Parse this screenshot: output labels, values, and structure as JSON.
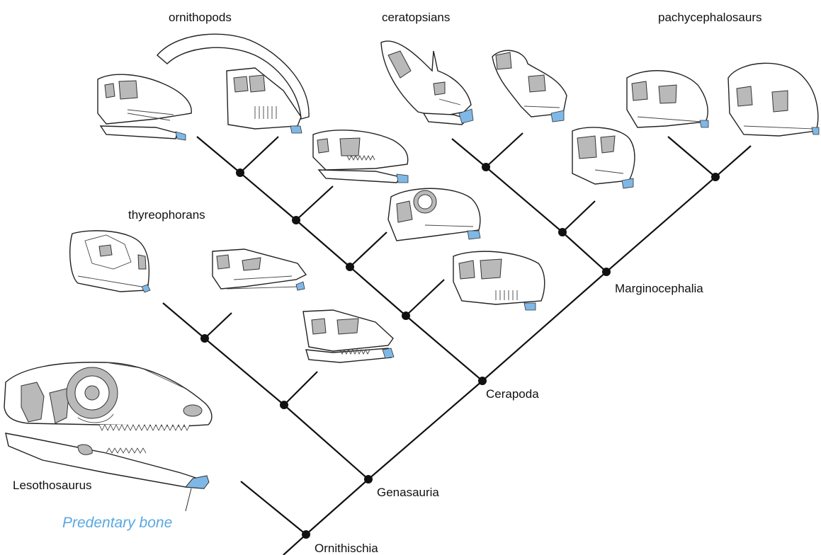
{
  "groups": {
    "ornithopods": "ornithopods",
    "ceratopsians": "ceratopsians",
    "pachycephalosaurs": "pachycephalosaurs",
    "thyreophorans": "thyreophorans"
  },
  "clades": {
    "ornithischia": "Ornithischia",
    "genasauria": "Genasauria",
    "cerapoda": "Cerapoda",
    "marginocephalia": "Marginocephalia"
  },
  "taxa": {
    "lesothosaurus": "Lesothosaurus"
  },
  "annotation": {
    "predentary": "Predentary bone"
  },
  "colors": {
    "predentary": "#7fb8e6",
    "predentary_text": "#5aa8e0",
    "fenestra": "#b9b9b9",
    "line": "#111111"
  }
}
